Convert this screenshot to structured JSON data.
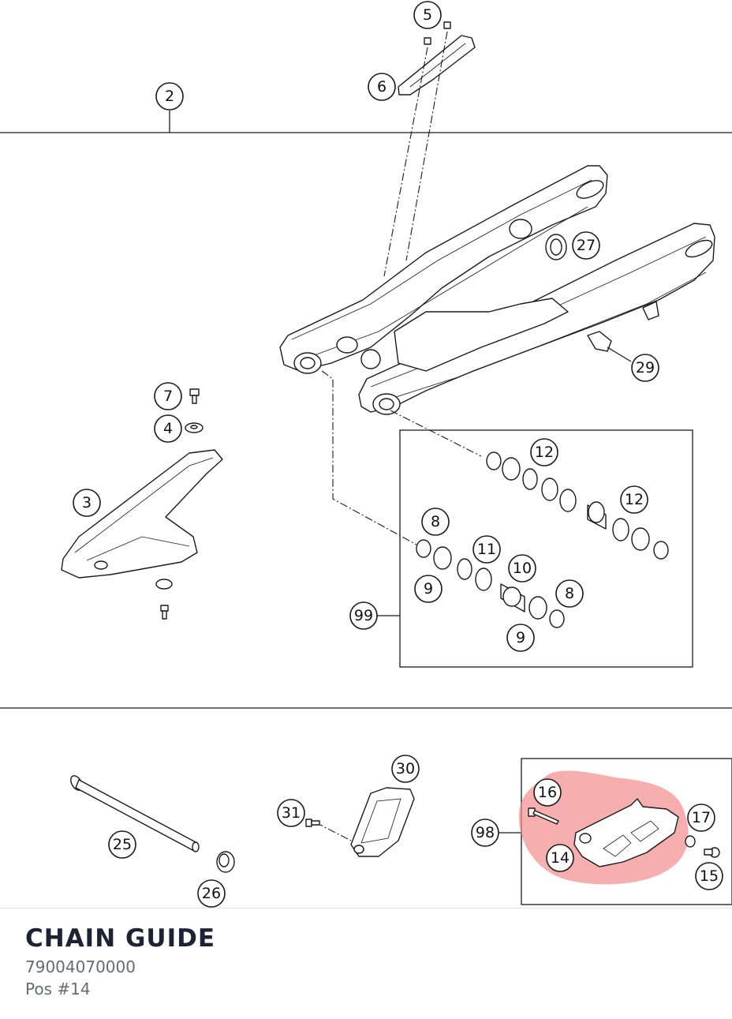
{
  "diagram": {
    "callouts": {
      "c2": "2",
      "c5": "5",
      "c6": "6",
      "c27": "27",
      "c29": "29",
      "c7": "7",
      "c4": "4",
      "c3": "3",
      "c12a": "12",
      "c12b": "12",
      "c8a": "8",
      "c11": "11",
      "c10": "10",
      "c9a": "9",
      "c8b": "8",
      "c9b": "9",
      "c99": "99",
      "c30": "30",
      "c31": "31",
      "c25": "25",
      "c26": "26",
      "c16": "16",
      "c17": "17",
      "c98": "98",
      "c14": "14",
      "c15": "15"
    },
    "highlight_color": "#f28b8b"
  },
  "footer": {
    "part_name": "CHAIN GUIDE",
    "part_number": "79004070000",
    "position": "Pos #14"
  }
}
